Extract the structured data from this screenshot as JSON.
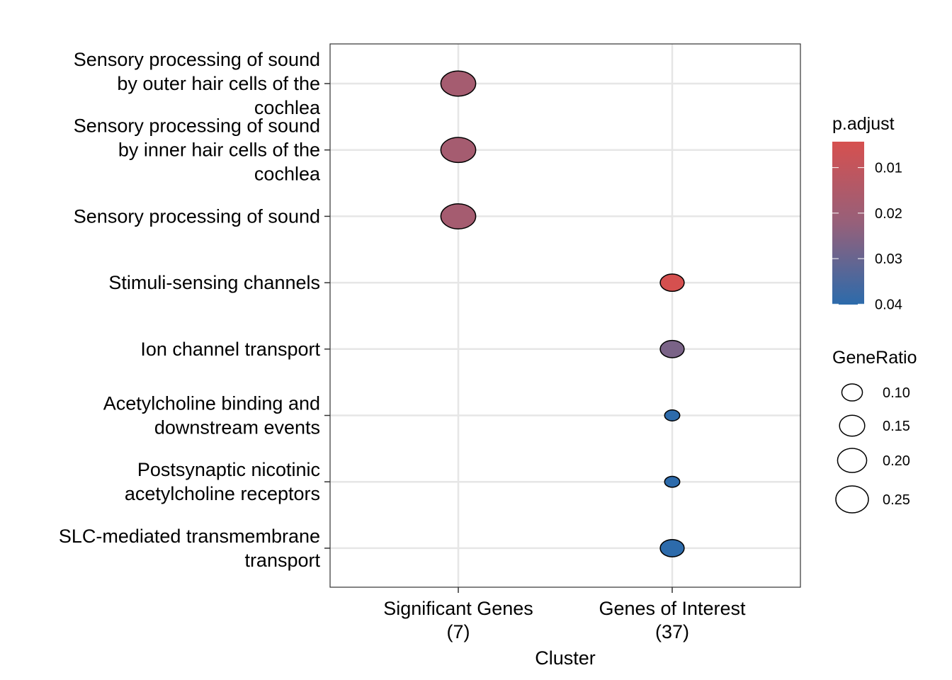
{
  "chart_data": {
    "type": "scatter",
    "xlabel": "Cluster",
    "ylabel": "",
    "grid": true,
    "legend_placement": "right",
    "categories": [
      {
        "lines": [
          "Significant Genes",
          "(7)"
        ]
      },
      {
        "lines": [
          "Genes of Interest",
          "(37)"
        ]
      }
    ],
    "terms": [
      {
        "lines": [
          "Sensory processing of sound",
          "by outer hair cells of the",
          "cochlea"
        ]
      },
      {
        "lines": [
          "Sensory processing of sound",
          "by inner hair cells of the",
          "cochlea"
        ]
      },
      {
        "lines": [
          "Sensory processing of sound"
        ]
      },
      {
        "lines": [
          "Stimuli-sensing channels"
        ]
      },
      {
        "lines": [
          "Ion channel transport"
        ]
      },
      {
        "lines": [
          "Acetylcholine binding and",
          "downstream events"
        ]
      },
      {
        "lines": [
          "Postsynaptic nicotinic",
          "acetylcholine receptors"
        ]
      },
      {
        "lines": [
          "SLC-mediated transmembrane",
          "transport"
        ]
      }
    ],
    "points": [
      {
        "term": 0,
        "cluster": 0,
        "gene_ratio": 0.286,
        "p_adjust": 0.018
      },
      {
        "term": 1,
        "cluster": 0,
        "gene_ratio": 0.286,
        "p_adjust": 0.018
      },
      {
        "term": 2,
        "cluster": 0,
        "gene_ratio": 0.286,
        "p_adjust": 0.018
      },
      {
        "term": 3,
        "cluster": 1,
        "gene_ratio": 0.135,
        "p_adjust": 0.0045
      },
      {
        "term": 4,
        "cluster": 1,
        "gene_ratio": 0.135,
        "p_adjust": 0.027
      },
      {
        "term": 5,
        "cluster": 1,
        "gene_ratio": 0.054,
        "p_adjust": 0.04
      },
      {
        "term": 6,
        "cluster": 1,
        "gene_ratio": 0.054,
        "p_adjust": 0.04
      },
      {
        "term": 7,
        "cluster": 1,
        "gene_ratio": 0.135,
        "p_adjust": 0.04
      }
    ],
    "color_legend": {
      "title": "p.adjust",
      "ticks": [
        "0.01",
        "0.02",
        "0.03",
        "0.04"
      ],
      "tick_values": [
        0.01,
        0.02,
        0.03,
        0.04
      ],
      "range": [
        0.0043,
        0.0401
      ],
      "low_color": "#d6504f",
      "high_color": "#2c6bab"
    },
    "size_legend": {
      "title": "GeneRatio",
      "ticks": [
        "0.10",
        "0.15",
        "0.20",
        "0.25"
      ],
      "tick_values": [
        0.1,
        0.15,
        0.2,
        0.25
      ]
    }
  }
}
